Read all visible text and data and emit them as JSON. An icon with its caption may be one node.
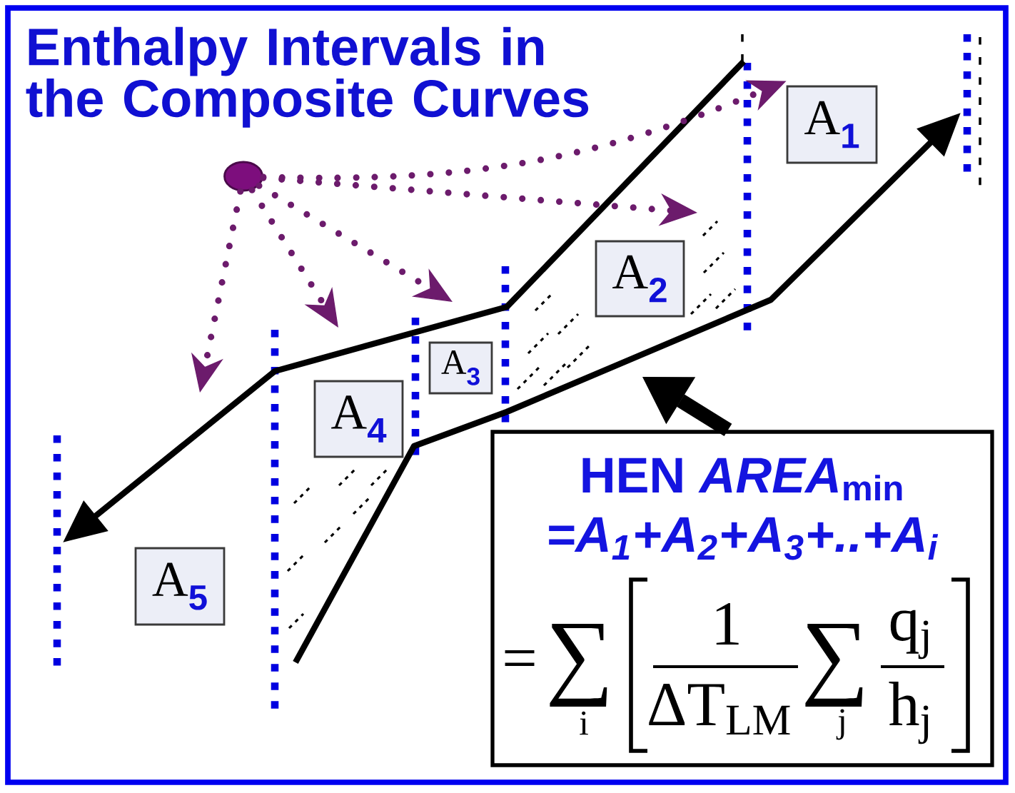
{
  "diagram": {
    "title": "Enthalpy Intervals in the Composite Curves",
    "nodes": [
      {
        "text": [
          "A$_{1}$"
        ]
      },
      {
        "text": [
          "A$_{2}$"
        ]
      },
      {
        "text": [
          "A$_{3}$"
        ]
      },
      {
        "text": [
          "A$_{4}$"
        ]
      },
      {
        "text": [
          "A$_{5}$"
        ]
      },
      {
        "text": [],
        "shape": "circle"
      },
      {
        "text": [
          "HEN *AREA*$_{min}$",
          "=A$_{1}$+A$_{2}$+A$_{3}$+..+A$_{i}$",
          "=",
          "∑",
          "i",
          "1",
          "ΔT$_{LM}$",
          "∑",
          "j",
          "q$_{j}$",
          "h$_{j}$"
        ]
      }
    ],
    "edges": [
      {
        "from": 5,
        "to": 0,
        "arrow": "to",
        "style": "dashed"
      },
      {
        "from": 5,
        "to": null,
        "arrow": "to",
        "style": "dashed"
      },
      {
        "from": 5,
        "to": null,
        "arrow": "to",
        "style": "dashed"
      },
      {
        "from": 5,
        "to": null,
        "arrow": "to",
        "style": "dashed"
      },
      {
        "from": 5,
        "to": null,
        "arrow": "to",
        "style": "dashed"
      },
      {
        "from": 6,
        "to": null,
        "arrow": "to",
        "style": "thick",
        "color": "#000000"
      }
    ]
  }
}
